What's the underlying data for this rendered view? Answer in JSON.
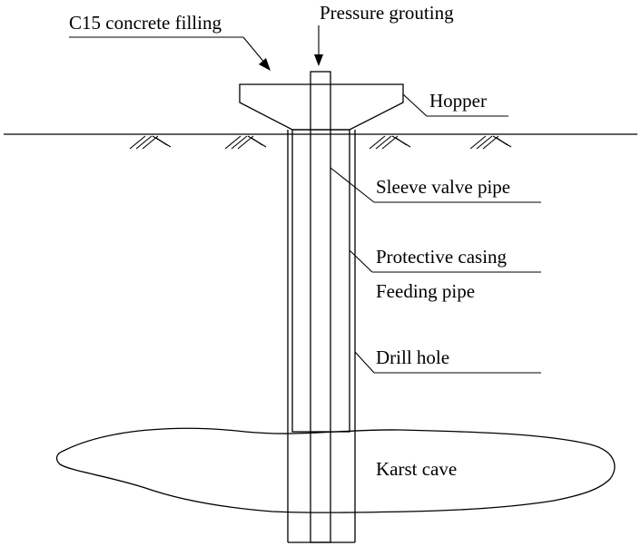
{
  "diagram": {
    "labels": {
      "concrete_filling": "C15 concrete filling",
      "pressure_grouting": "Pressure grouting",
      "hopper": "Hopper",
      "sleeve_valve_pipe": "Sleeve valve pipe",
      "protective_casing": "Protective casing",
      "feeding_pipe": "Feeding pipe",
      "drill_hole": "Drill hole",
      "karst_cave": "Karst cave"
    },
    "colors": {
      "line": "#000000",
      "background": "#ffffff"
    }
  }
}
